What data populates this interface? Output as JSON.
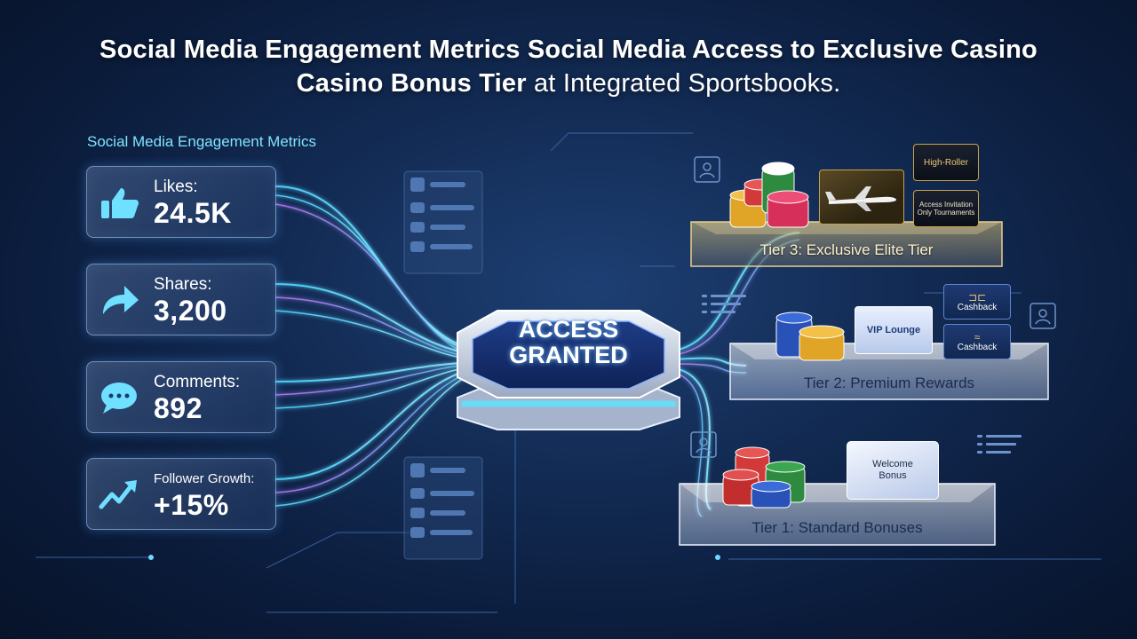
{
  "title": {
    "line1": "Social Media Engagement Metrics Social Media Access to Exclusive Casino",
    "line2_bold": "Casino Bonus Tier",
    "line2_rest": " at Integrated Sportsbooks."
  },
  "metrics": {
    "heading": "Social Media Engagement Metrics",
    "items": [
      {
        "label": "Likes:",
        "value": "24.5K",
        "icon": "thumbs-up-icon"
      },
      {
        "label": "Shares:",
        "value": "3,200",
        "icon": "share-arrow-icon"
      },
      {
        "label": "Comments:",
        "value": "892",
        "icon": "speech-bubble-icon"
      },
      {
        "label": "Follower Growth:",
        "value": "+15%",
        "icon": "trending-up-icon"
      }
    ]
  },
  "hub": {
    "line1": "ACCESS",
    "line2": "GRANTED"
  },
  "tiers": {
    "tier3": {
      "label": "Tier 3: Exclusive Elite Tier",
      "badge_high_roller": "High-Roller",
      "badge_tournaments": "Access Invitation Only Tournaments"
    },
    "tier2": {
      "label": "Tier 2: Premium Rewards",
      "card_lounge": "VIP Lounge",
      "badge_cashback_1": "Cashback",
      "badge_cashback_2": "Cashback"
    },
    "tier1": {
      "label": "Tier 1: Standard Bonuses",
      "card_welcome": "Welcome Bonus"
    }
  },
  "colors": {
    "accent_cyan": "#6fe0ff",
    "accent_pink": "#e07bff",
    "gold": "#e0b956",
    "background": "#0f2447"
  }
}
